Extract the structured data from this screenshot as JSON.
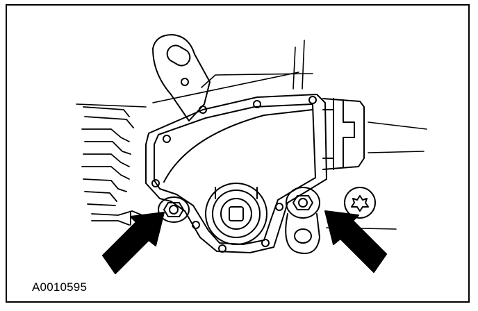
{
  "figure": {
    "id_label": "A0010595",
    "ink_color": "#000000",
    "paper_color": "#ffffff"
  },
  "callouts": [
    {
      "name": "arrow-left",
      "points_to": "bolt-left"
    },
    {
      "name": "arrow-right",
      "points_to": "bolt-right"
    }
  ]
}
